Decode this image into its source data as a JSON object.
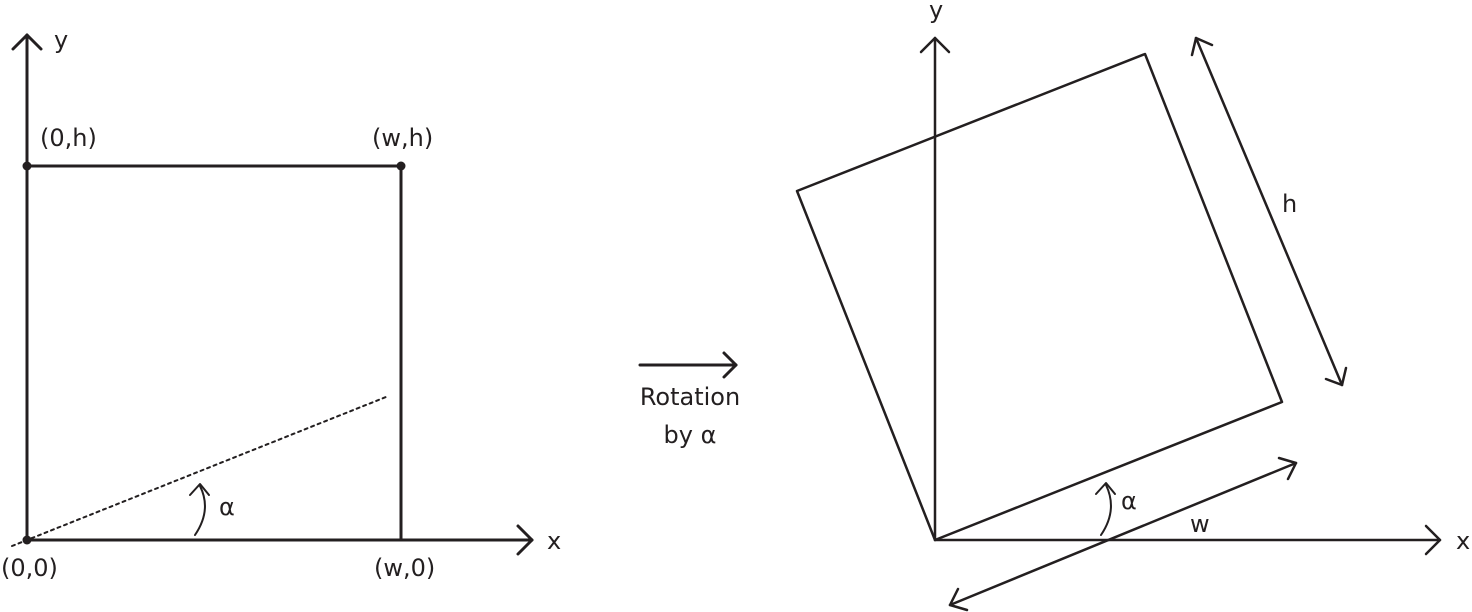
{
  "left_figure": {
    "y_axis_label": "y",
    "x_axis_label": "x",
    "origin_label": "(0,0)",
    "top_left_label": "(0,h)",
    "top_right_label": "(w,h)",
    "bottom_right_label": "(w,0)",
    "angle_label": "α"
  },
  "transform": {
    "line1": "Rotation",
    "line2": "by α"
  },
  "right_figure": {
    "y_axis_label": "y",
    "x_axis_label": "x",
    "height_label": "h",
    "width_label": "w",
    "angle_label": "α"
  },
  "colors": {
    "ink": "#231f20",
    "background": "#ffffff"
  }
}
